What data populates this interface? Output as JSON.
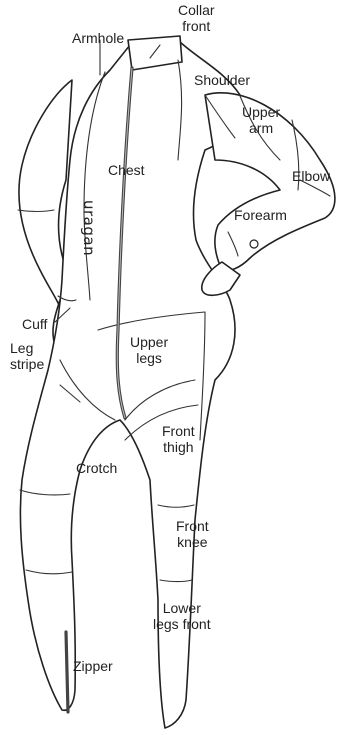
{
  "labels": {
    "collar_front": "Collar\nfront",
    "armhole": "Armhole",
    "shoulder": "Shoulder",
    "upper_arm": "Upper\narm",
    "chest": "Chest",
    "elbow": "Elbow",
    "forearm": "Forearm",
    "cuff": "Cuff",
    "leg_stripe": "Leg\nstripe",
    "upper_legs": "Upper\nlegs",
    "front_thigh": "Front\nthigh",
    "crotch": "Crotch",
    "front_knee": "Front\nknee",
    "lower_legs_front": "Lower\nlegs front",
    "zipper": "Zipper"
  },
  "logo": "uragan"
}
